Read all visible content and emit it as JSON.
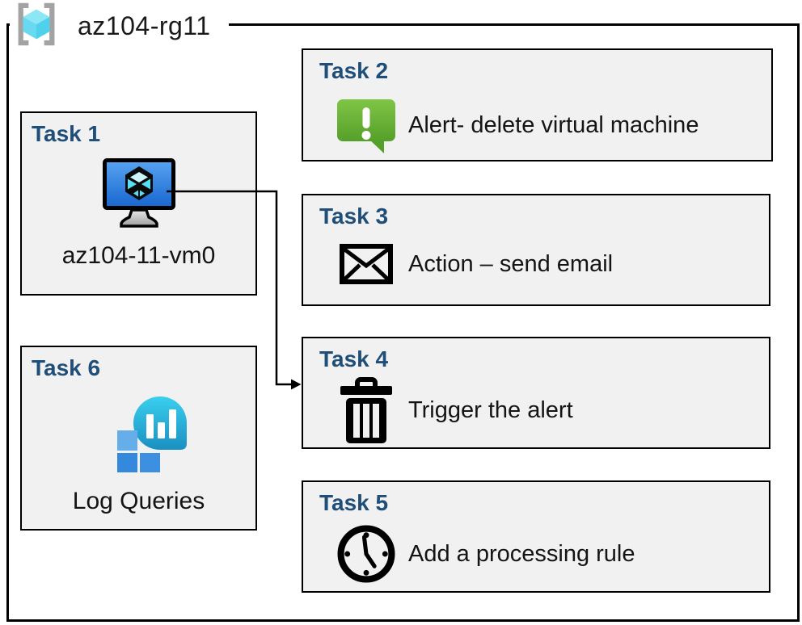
{
  "header": {
    "label": "az104-rg11",
    "icon": "resource-group-icon"
  },
  "tasks": [
    {
      "title": "Task 1",
      "label": "az104-11-vm0",
      "icon": "virtual-machine-icon"
    },
    {
      "title": "Task 2",
      "label": "Alert- delete virtual machine",
      "icon": "alert-icon"
    },
    {
      "title": "Task 3",
      "label": "Action – send email",
      "icon": "email-icon"
    },
    {
      "title": "Task 4",
      "label": "Trigger the alert",
      "icon": "trash-icon"
    },
    {
      "title": "Task 5",
      "label": "Add a processing rule",
      "icon": "clock-icon"
    },
    {
      "title": "Task 6",
      "label": "Log Queries",
      "icon": "log-analytics-icon"
    }
  ],
  "connector": {
    "from": "Task 1 virtual machine",
    "to": "Task 4"
  },
  "colors": {
    "box_fill": "#F1F1F1",
    "box_border": "#000000",
    "title_blue": "#1F4E79",
    "label_text": "#141414",
    "alert_green_top": "#7FC546",
    "alert_green_bottom": "#55A02A",
    "monitor_blue_top": "#58A4F2",
    "monitor_blue_bottom": "#1765CF",
    "cube_cyan": "#55DFF5",
    "log_teal_top": "#3ACFEE",
    "log_teal_bottom": "#1A90C2",
    "log_square_light": "#66AEEA",
    "log_square_dark": "#3489DD",
    "bracket_gray": "#A3A3A3"
  }
}
